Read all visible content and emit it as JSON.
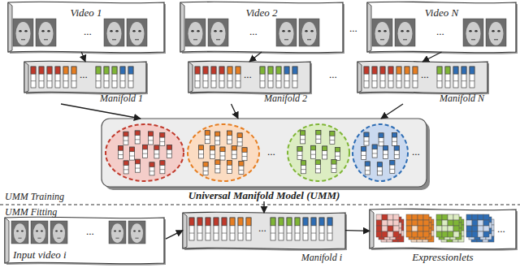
{
  "diagram": {
    "nodes": [
      {
        "text": [
          "Video 1"
        ]
      },
      {
        "text": [
          "Video 2"
        ]
      },
      {
        "text": [
          "Video N"
        ]
      },
      {
        "text": [
          "Manifold 1"
        ]
      },
      {
        "text": [
          "Manifold 2"
        ]
      },
      {
        "text": [
          "Manifold N"
        ]
      },
      {
        "text": [
          "Universal Manifold Model (UMM)"
        ]
      },
      {
        "text": [
          "Input video i"
        ]
      },
      {
        "text": [
          "Manifold i"
        ]
      },
      {
        "text": [
          "Expressionlets"
        ]
      }
    ],
    "edges": [
      {
        "from": 0,
        "to": 3,
        "arrow": "to"
      },
      {
        "from": 1,
        "to": 4,
        "arrow": "to"
      },
      {
        "from": 2,
        "to": 5,
        "arrow": "to"
      },
      {
        "from": 3,
        "to": 6,
        "arrow": "to"
      },
      {
        "from": 4,
        "to": 6,
        "arrow": "to"
      },
      {
        "from": 5,
        "to": 6,
        "arrow": "to"
      },
      {
        "from": 6,
        "to": 8,
        "arrow": "to"
      },
      {
        "from": 7,
        "to": 8,
        "arrow": "to"
      },
      {
        "from": 8,
        "to": 9,
        "arrow": "to"
      }
    ],
    "labels": [
      "...",
      "...",
      "...",
      "...",
      "...",
      "...",
      "...",
      "...",
      "...",
      "...",
      "UMM Training",
      "UMM Fitting",
      "...",
      "...",
      "..."
    ]
  }
}
